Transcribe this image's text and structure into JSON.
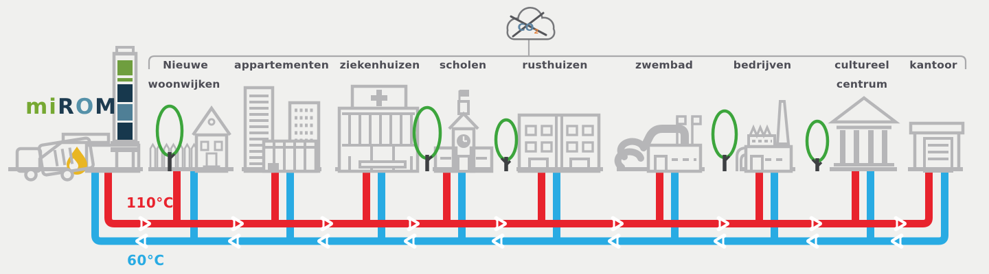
{
  "logo": {
    "letters": [
      {
        "text": "mi",
        "color": "#76A832"
      },
      {
        "text": "R",
        "color": "#1D3B50"
      },
      {
        "text": "O",
        "color": "#5591A9"
      },
      {
        "text": "M",
        "color": "#1D3B50"
      }
    ]
  },
  "cloud": {
    "label": "CO",
    "subscript": "2"
  },
  "pipes": {
    "supply_temperature": "110°C",
    "return_temperature": "60°C",
    "supply_color": "#E8232D",
    "return_color": "#29ABE3",
    "supply_flow_direction": "right",
    "return_flow_direction": "left"
  },
  "consumers": [
    {
      "label_lines": [
        "Nieuwe",
        "woonwijken"
      ]
    },
    {
      "label_lines": [
        "appartementen"
      ]
    },
    {
      "label_lines": [
        "ziekenhuizen"
      ]
    },
    {
      "label_lines": [
        "scholen"
      ]
    },
    {
      "label_lines": [
        "rusthuizen"
      ]
    },
    {
      "label_lines": [
        "zwembad"
      ]
    },
    {
      "label_lines": [
        "bedrijven"
      ]
    },
    {
      "label_lines": [
        "cultureel",
        "centrum"
      ]
    },
    {
      "label_lines": [
        "kantoor"
      ]
    }
  ],
  "icons": [
    "waste-truck",
    "flame",
    "incinerator",
    "chimney",
    "no-co2-cloud",
    "tree",
    "house-with-fence",
    "apartment-towers",
    "hospital",
    "school",
    "retirement-home",
    "swimming-pool",
    "factory",
    "cultural-center",
    "office"
  ],
  "colors": {
    "background": "#F0F0EE",
    "icon_gray": "#B6B6B8",
    "label_text": "#4D4D55",
    "tree_green": "#3CA53C",
    "tree_trunk": "#3E4043",
    "flame_gold": "#E9B623",
    "chimney_green": "#6F9E3F",
    "chimney_navy": "#17384D",
    "chimney_steel": "#4F7F96",
    "cloud_outline": "#77787B",
    "co_text": "#5E85A3",
    "co_subscript": "#E2813C",
    "bracket_gray": "#A9A9AB"
  }
}
